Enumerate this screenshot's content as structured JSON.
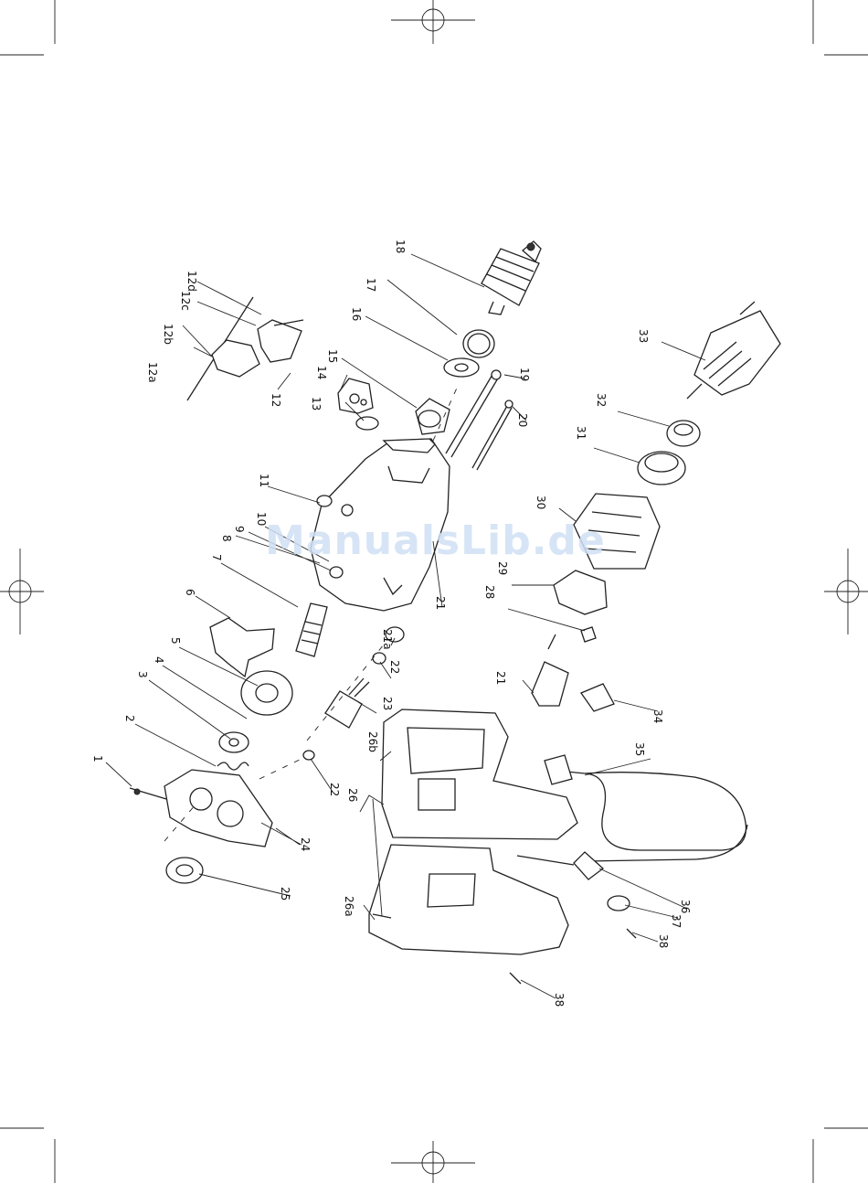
{
  "watermark": "ManualsLib.de",
  "labels": {
    "l1": "1",
    "l2": "2",
    "l3": "3",
    "l4": "4",
    "l5": "5",
    "l6": "6",
    "l7": "7",
    "l8": "8",
    "l9": "9",
    "l10": "10",
    "l11": "11",
    "l12": "12",
    "l12a": "12a",
    "l12b": "12b",
    "l12c": "12c",
    "l12d": "12d",
    "l13": "13",
    "l14": "14",
    "l15": "15",
    "l16": "16",
    "l17": "17",
    "l18": "18",
    "l19": "19",
    "l20": "20",
    "l21": "21",
    "l21a": "21a",
    "l21b": "21",
    "l22": "22",
    "l22b": "22",
    "l23": "23",
    "l24": "24",
    "l25": "25",
    "l26": "26",
    "l26a": "26a",
    "l26b": "26b",
    "l28": "28",
    "l29": "29",
    "l30": "30",
    "l31": "31",
    "l32": "32",
    "l33": "33",
    "l34": "34",
    "l35": "35",
    "l36": "36",
    "l37": "37",
    "l38": "38",
    "l38b": "38"
  }
}
